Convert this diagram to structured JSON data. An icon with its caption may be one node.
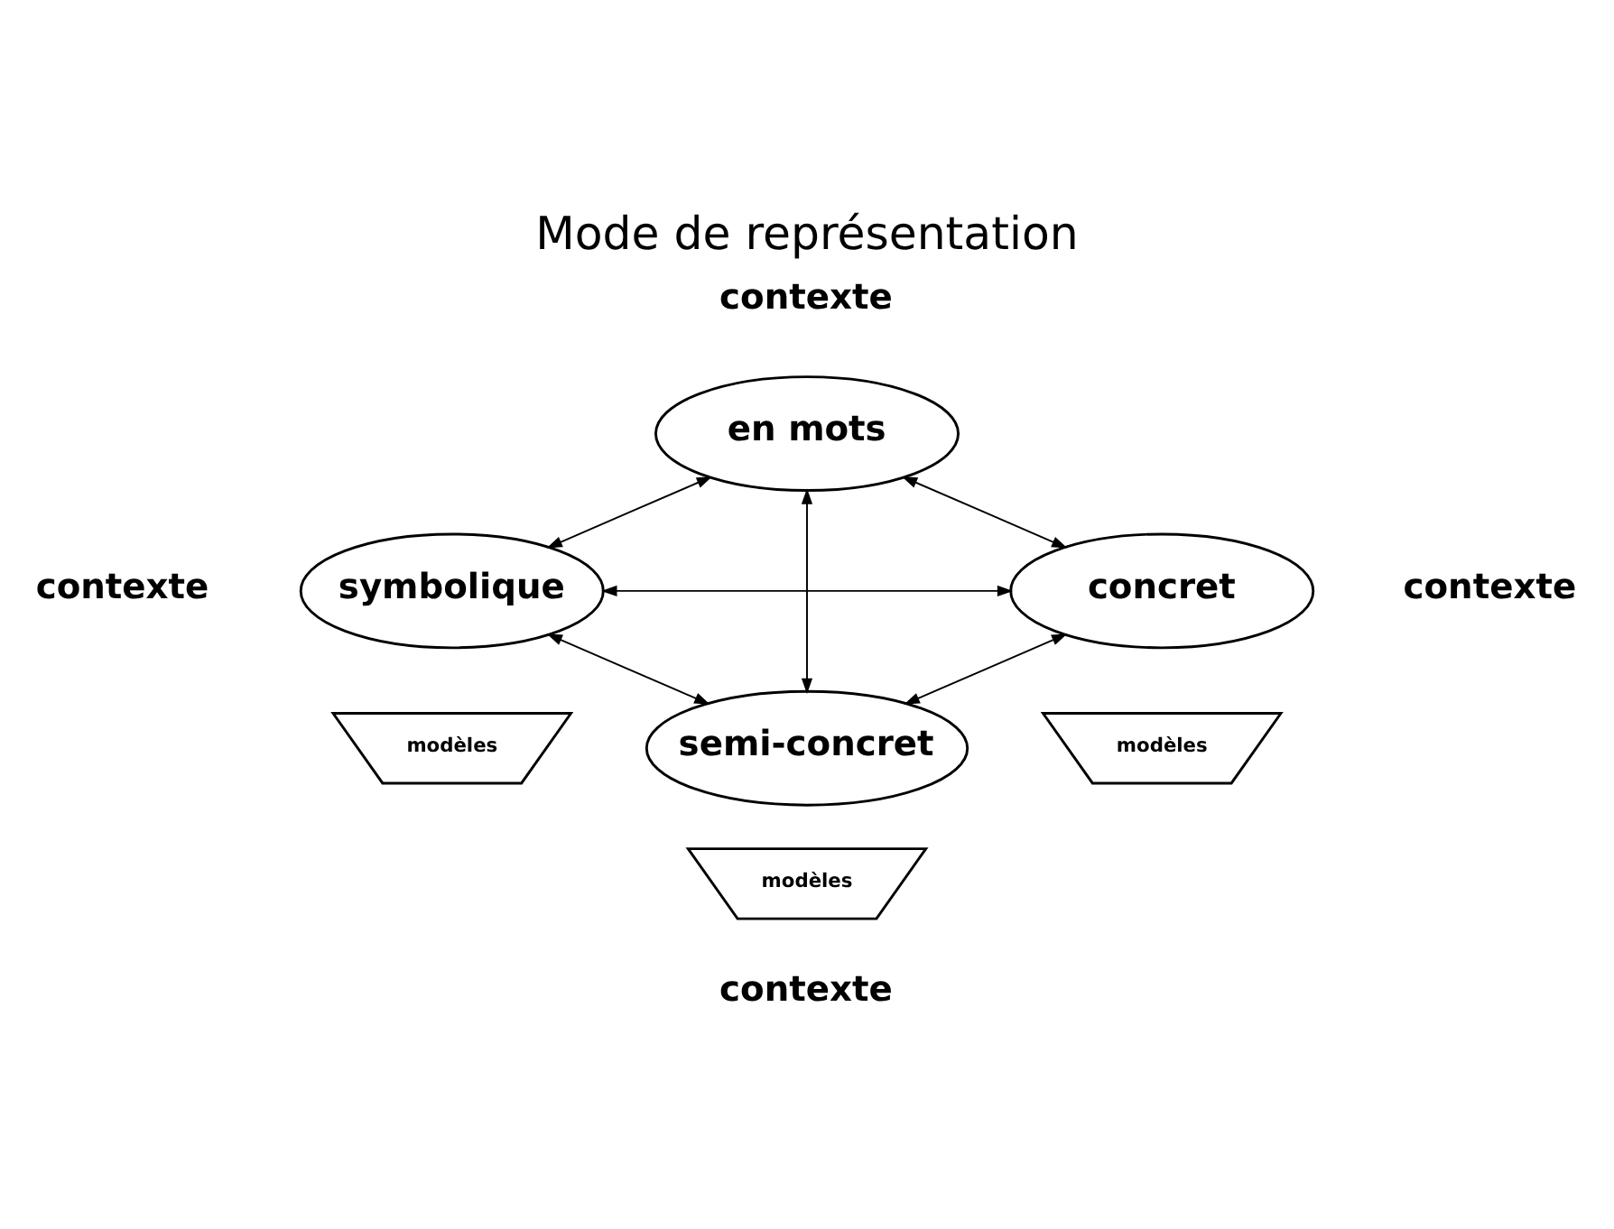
{
  "diagram": {
    "title": "Mode de représentation",
    "nodes": [
      {
        "text": [
          "en mots"
        ]
      },
      {
        "text": [
          "symbolique"
        ]
      },
      {
        "text": [
          "concret"
        ]
      },
      {
        "text": [
          "modèles"
        ]
      },
      {
        "text": [
          "modèles"
        ]
      },
      {
        "text": [
          "semi-concret"
        ]
      },
      {
        "text": [
          "modèles"
        ]
      }
    ],
    "edges": [
      {
        "from": 0,
        "to": 1,
        "arrow": "both"
      },
      {
        "from": 0,
        "to": 2,
        "arrow": "both"
      },
      {
        "from": 1,
        "to": 2,
        "arrow": "both"
      },
      {
        "from": 0,
        "to": 5,
        "arrow": "both"
      },
      {
        "from": 1,
        "to": 5,
        "arrow": "both"
      },
      {
        "from": 2,
        "to": 5,
        "arrow": "both"
      }
    ],
    "labels": [
      "contexte",
      "contexte",
      "contexte",
      "contexte"
    ]
  }
}
